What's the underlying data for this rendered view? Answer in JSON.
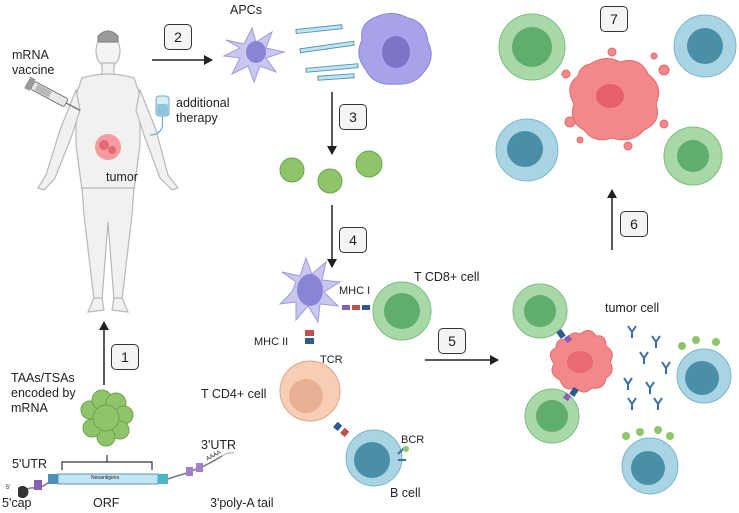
{
  "steps": [
    "1",
    "2",
    "3",
    "4",
    "5",
    "6",
    "7"
  ],
  "labels": {
    "apcs": "APCs",
    "mrna_vaccine": "mRNA\nvaccine",
    "additional_therapy": "additional\ntherapy",
    "tumor": "tumor",
    "taas": "TAAs/TSAs\nencoded by\nmRNA",
    "five_utr": "5'UTR",
    "three_utr": "3'UTR",
    "five_cap": "5'cap",
    "orf": "ORF",
    "poly_a": "3'poly-A tail",
    "five_prime_mark": "5'",
    "aaaa": "AAAA",
    "neoantigens": "Neoantigens",
    "t_cd8": "T CD8+ cell",
    "mhc1": "MHC I",
    "mhc2": "MHC II",
    "tcr": "TCR",
    "t_cd4": "T CD4+ cell",
    "bcr": "BCR",
    "b_cell": "B cell",
    "tumor_cell": "tumor cell"
  },
  "colors": {
    "t_cell_fill": "#a8d8a8",
    "t_cell_nucleus": "#5fae6e",
    "b_cell_fill": "#a9d4e4",
    "b_cell_nucleus": "#4a8fa8",
    "apc_fill": "#c9c6ef",
    "apc_nucleus": "#8a84d4",
    "cd4_fill": "#f7cdb4",
    "tumor_fill": "#f2888a",
    "antigen_green": "#8fc46a",
    "antibody_blue": "#3a6ea8"
  }
}
